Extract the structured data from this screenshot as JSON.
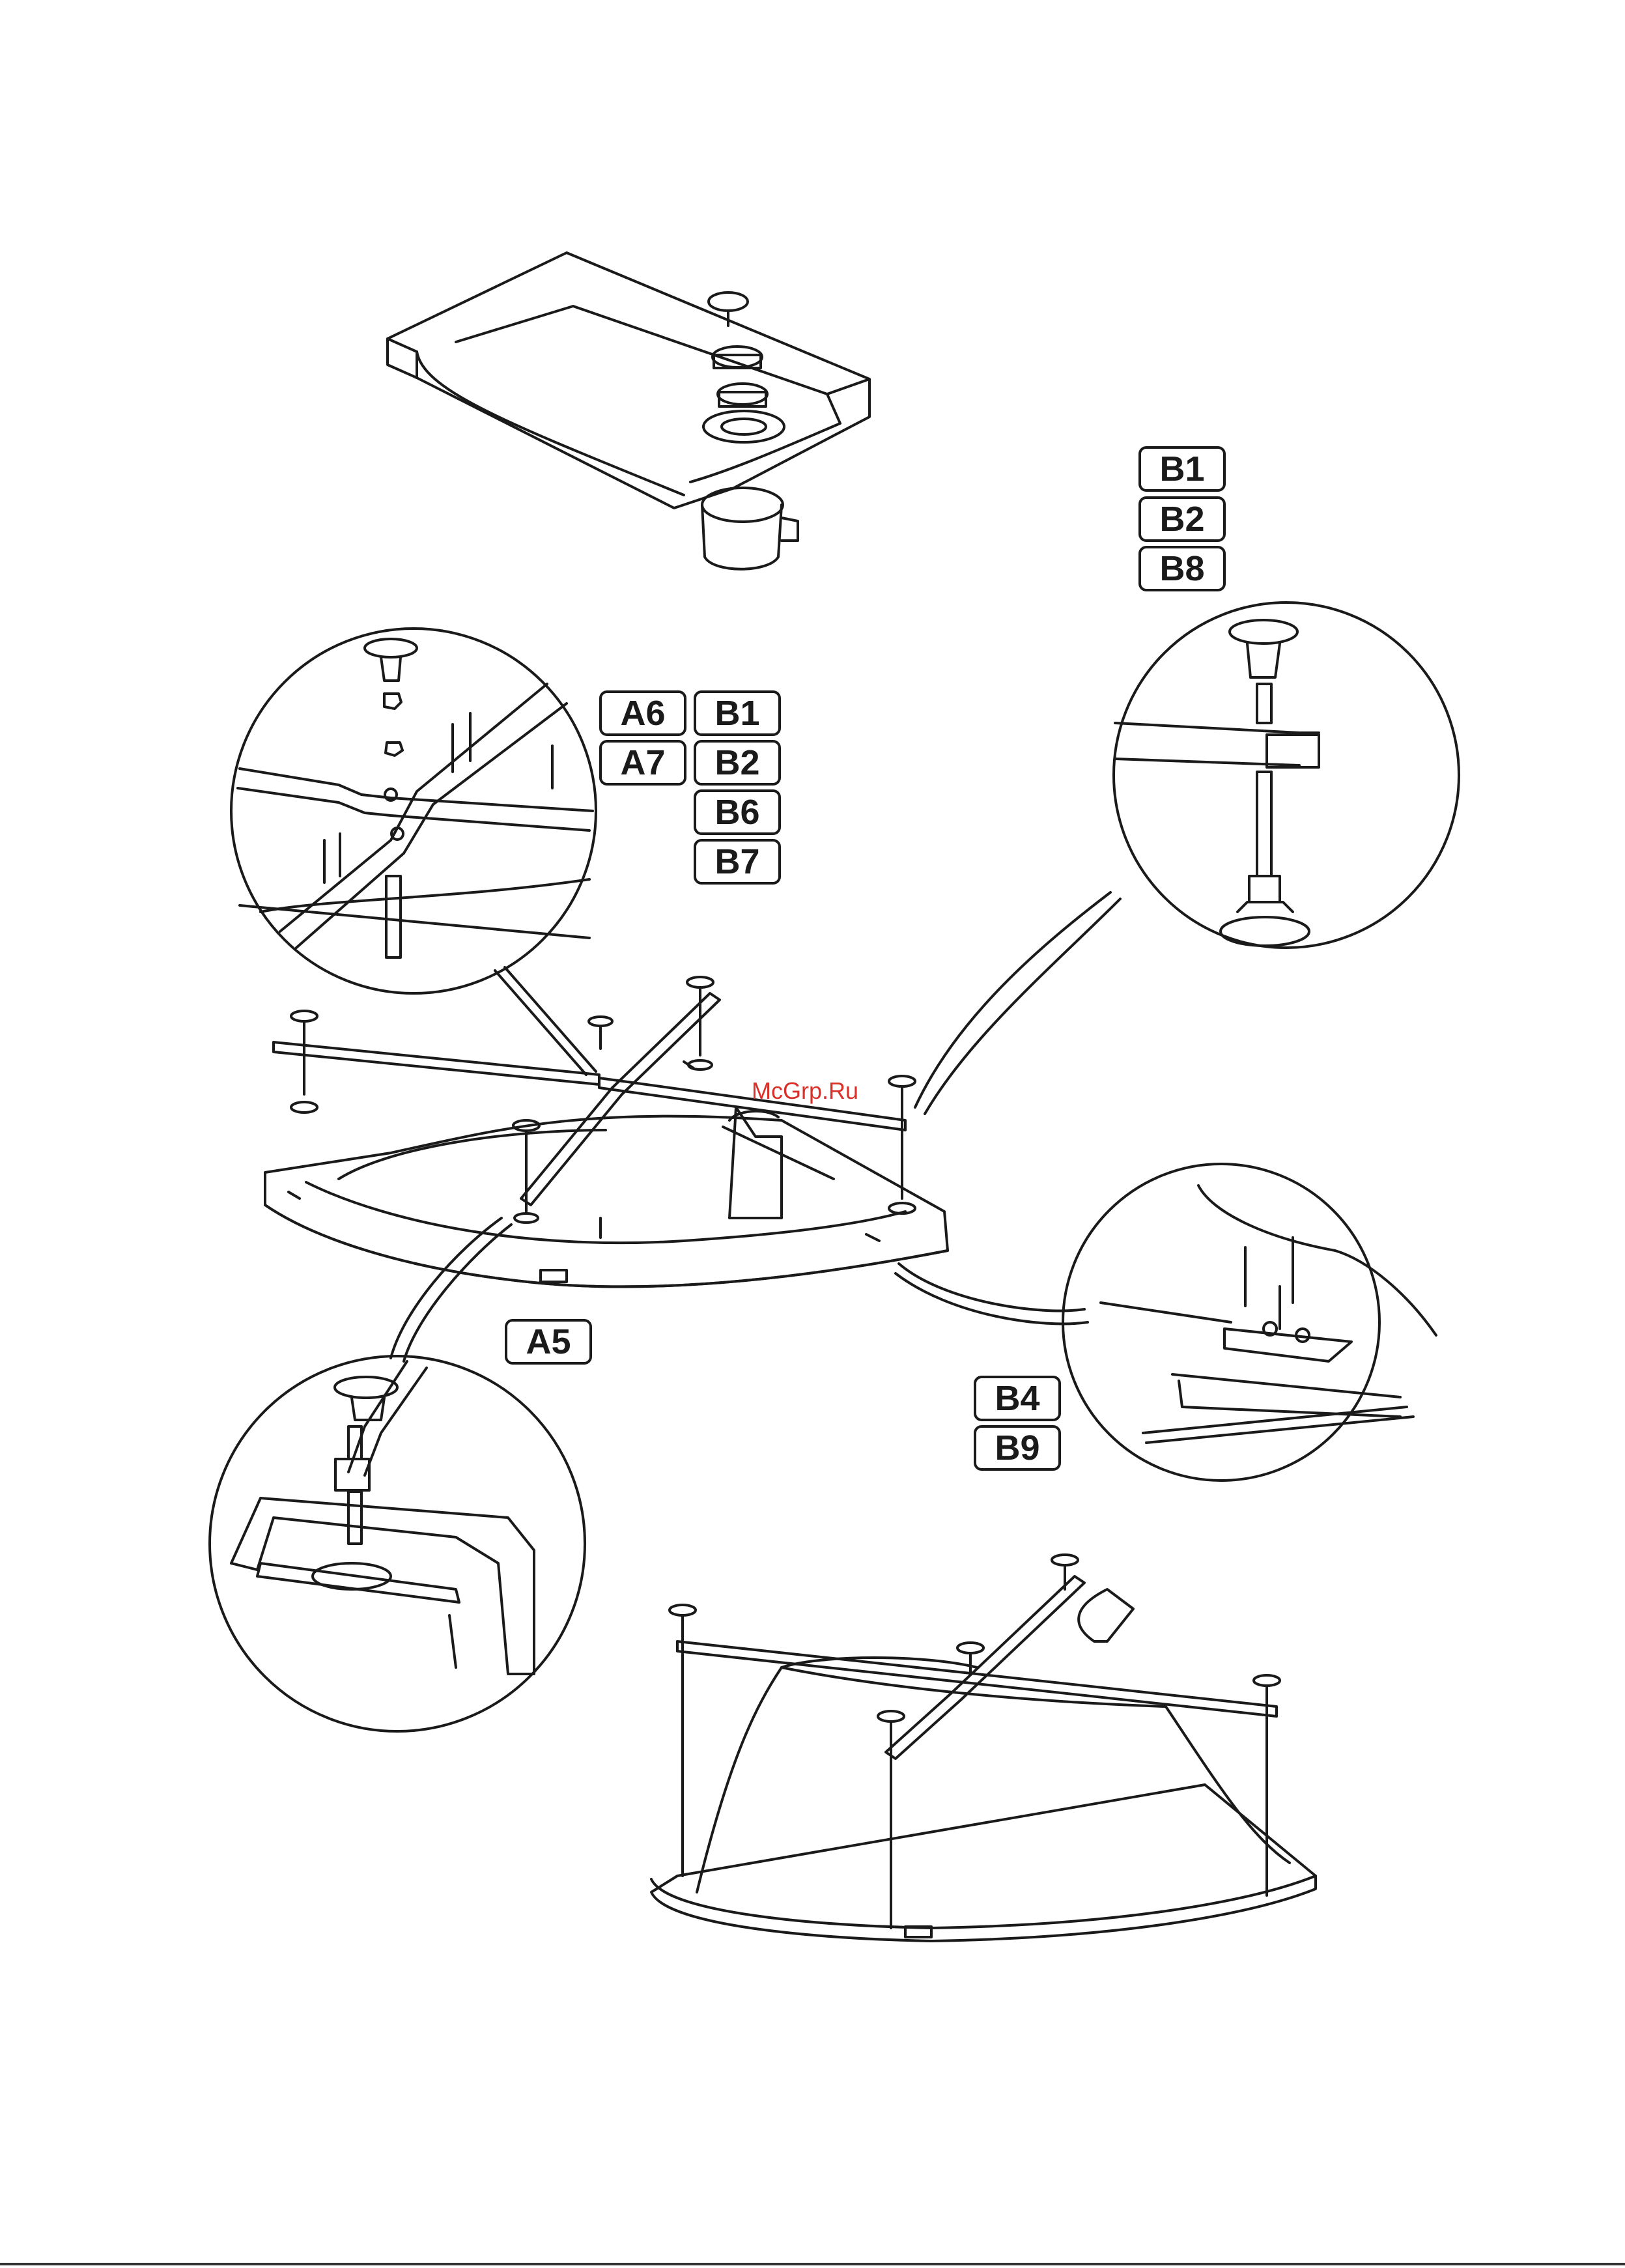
{
  "labels": {
    "top_right": [
      "B1",
      "B2",
      "B8"
    ],
    "left_group_a": [
      "A6",
      "A7"
    ],
    "left_group_b": [
      "B1",
      "B2",
      "B6",
      "B7"
    ],
    "center": "A5",
    "right_mid": [
      "B4",
      "B9"
    ]
  },
  "watermark": "McGrp.Ru",
  "colors": {
    "line": "#1a1a1a",
    "watermark": "#d9302a",
    "background": "#ffffff"
  }
}
